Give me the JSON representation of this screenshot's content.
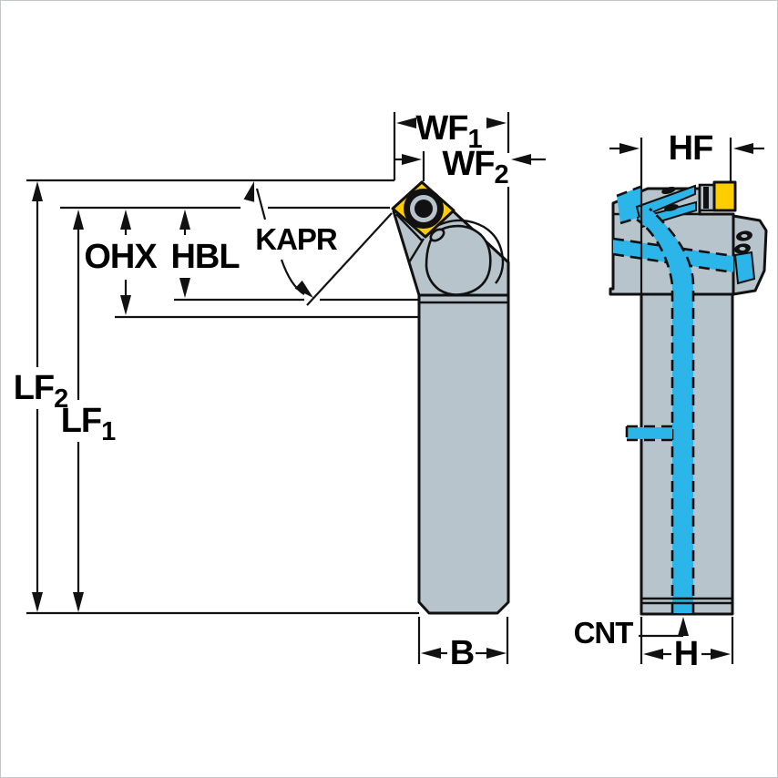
{
  "colors": {
    "background": "#ffffff",
    "frame_border": "#c4c7c9",
    "body_gray": "#b8c4cc",
    "insert_yellow": "#ffcd00",
    "coolant_cyan": "#2cb5e9",
    "line_black": "#111111"
  },
  "labels": {
    "wf1": {
      "base": "WF",
      "sub": "1"
    },
    "wf2": {
      "base": "WF",
      "sub": "2"
    },
    "hf": {
      "base": "HF",
      "sub": ""
    },
    "ohx": {
      "base": "OHX",
      "sub": ""
    },
    "hbl": {
      "base": "HBL",
      "sub": ""
    },
    "kapr": {
      "base": "KAPR",
      "sub": ""
    },
    "lf2": {
      "base": "LF",
      "sub": "2"
    },
    "lf1": {
      "base": "LF",
      "sub": "1"
    },
    "b": {
      "base": "B",
      "sub": ""
    },
    "cnt": {
      "base": "CNT",
      "sub": ""
    },
    "h": {
      "base": "H",
      "sub": ""
    }
  }
}
